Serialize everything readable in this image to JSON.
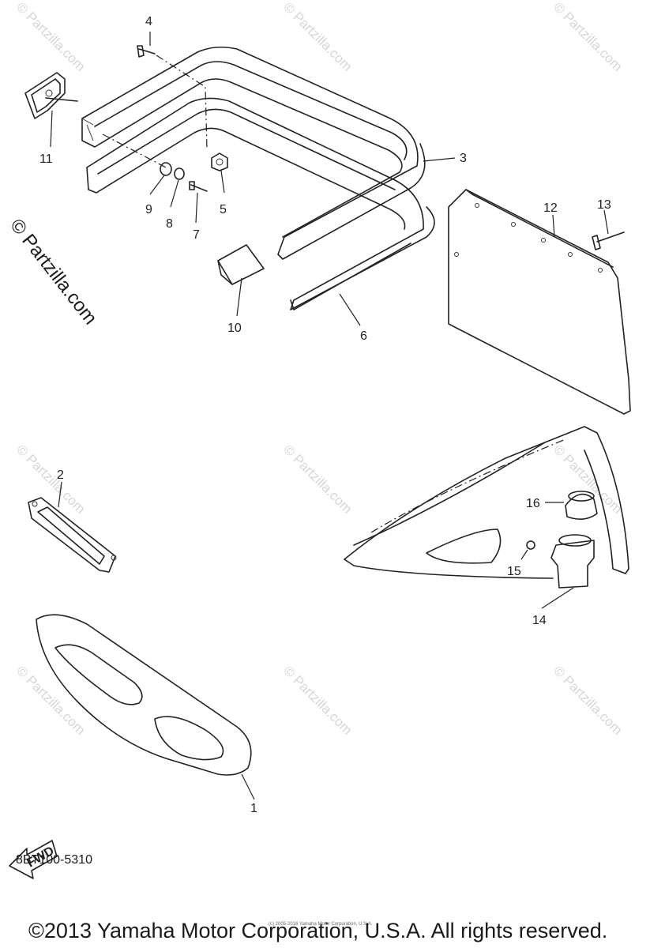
{
  "diagram": {
    "callouts": {
      "c1": "1",
      "c2": "2",
      "c3": "3",
      "c4": "4",
      "c5": "5",
      "c6": "6",
      "c7": "7",
      "c8": "8",
      "c9": "9",
      "c10": "10",
      "c11": "11",
      "c12": "12",
      "c13": "13",
      "c14": "14",
      "c15": "15",
      "c16": "16"
    },
    "fwd_label": "FWD",
    "watermark_text": "© Partzilla.com",
    "side_watermark": "© Partzilla.com",
    "diagram_code": "8BT100-5310",
    "copyright": "©2013 Yamaha Motor Corporation, U.S.A. All rights reserved.",
    "fine_print": "(c) 2005-2016 Yamaha Motor Corporation, U.S.A."
  }
}
